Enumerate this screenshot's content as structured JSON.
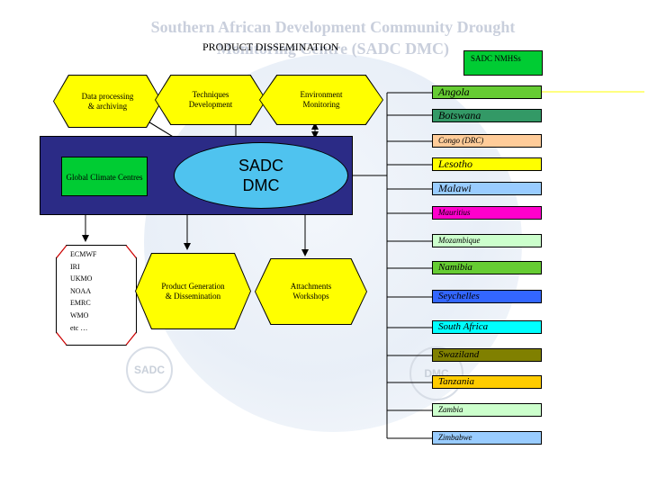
{
  "watermark": {
    "line1": "Southern African Development Community Drought",
    "line2": "Monitoring Centre (SADC DMC)"
  },
  "seals": [
    "SADC",
    "DMC"
  ],
  "title": "PRODUCT DISSEMINATION",
  "top_activities": [
    {
      "label": "Data processing & archiving"
    },
    {
      "label": "Techniques Development"
    },
    {
      "label": "Environment Monitoring"
    }
  ],
  "global_climate_centres": "Global Climate Centres",
  "sadc_dmc": "SADC DMC",
  "external_centres": [
    "ECMWF",
    "IRI",
    "UKMO",
    "NOAA",
    "EMRC",
    "WMO",
    "etc …"
  ],
  "products": [
    {
      "label": "Product Generation & Dissemination"
    },
    {
      "label": "Attachments Workshops"
    }
  ],
  "nmhs_label": "SADC NMHSs",
  "countries": [
    {
      "name": "Angola",
      "color": "#66cc33"
    },
    {
      "name": "Botswana",
      "color": "#339966"
    },
    {
      "name": "Congo (DRC)",
      "color": "#ffcc99"
    },
    {
      "name": "Lesotho",
      "color": "#ffff00"
    },
    {
      "name": "Malawi",
      "color": "#99ccff"
    },
    {
      "name": "Mauritius",
      "color": "#ff00cc"
    },
    {
      "name": "Mozambique",
      "color": "#ccffcc"
    },
    {
      "name": "Namibia",
      "color": "#66cc33"
    },
    {
      "name": "Seychelles",
      "color": "#3366ff"
    },
    {
      "name": "South Africa",
      "color": "#00ffff"
    },
    {
      "name": "Swaziland",
      "color": "#808000"
    },
    {
      "name": "Tanzania",
      "color": "#ffcc00"
    },
    {
      "name": "Zambia",
      "color": "#ccffcc"
    },
    {
      "name": "Zimbabwe",
      "color": "#99ccff"
    }
  ]
}
